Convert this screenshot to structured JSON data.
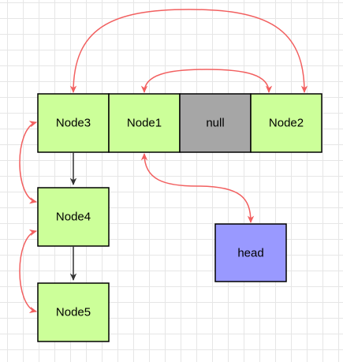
{
  "nodes": {
    "node3": "Node3",
    "node1": "Node1",
    "null": "null",
    "node2": "Node2",
    "node4": "Node4",
    "node5": "Node5",
    "head": "head"
  },
  "colors": {
    "node_fill": "#ccff99",
    "null_fill": "#a6a6a6",
    "head_fill": "#9999ff",
    "pointer": "#f26060",
    "link": "#333333",
    "grid": "#e6e6e6"
  }
}
